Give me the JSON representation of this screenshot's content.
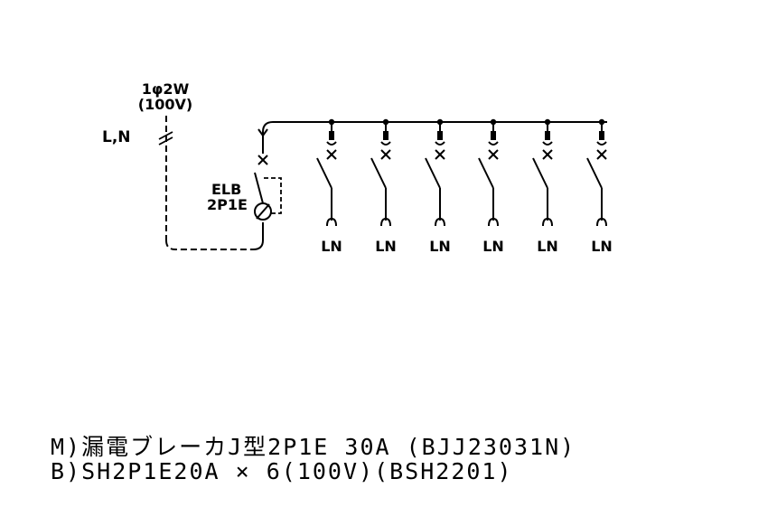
{
  "supply": {
    "phase_label": "1φ2W",
    "voltage_label": "(100V)",
    "wire_label": "L,N"
  },
  "main_breaker": {
    "label_1": "ELB",
    "label_2": "2P1E"
  },
  "branches": [
    {
      "label": "LN"
    },
    {
      "label": "LN"
    },
    {
      "label": "LN"
    },
    {
      "label": "LN"
    },
    {
      "label": "LN"
    },
    {
      "label": "LN"
    }
  ],
  "spec_lines": {
    "main": "M)漏電ブレーカJ型2P1E 30A (BJJ23031N)",
    "branch": "B)SH2P1E20A × 6(100V)(BSH2201)"
  }
}
